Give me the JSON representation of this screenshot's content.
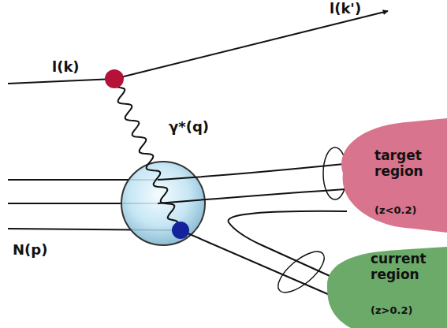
{
  "diagram": {
    "nodes": [
      {
        "text": [
          "target region",
          "(z<0.2)"
        ]
      },
      {
        "text": [
          "current region",
          "(z>0.2)"
        ]
      }
    ],
    "labels": [
      "l(k')",
      "l(k)",
      "γ*(q)",
      "N(p)"
    ]
  }
}
